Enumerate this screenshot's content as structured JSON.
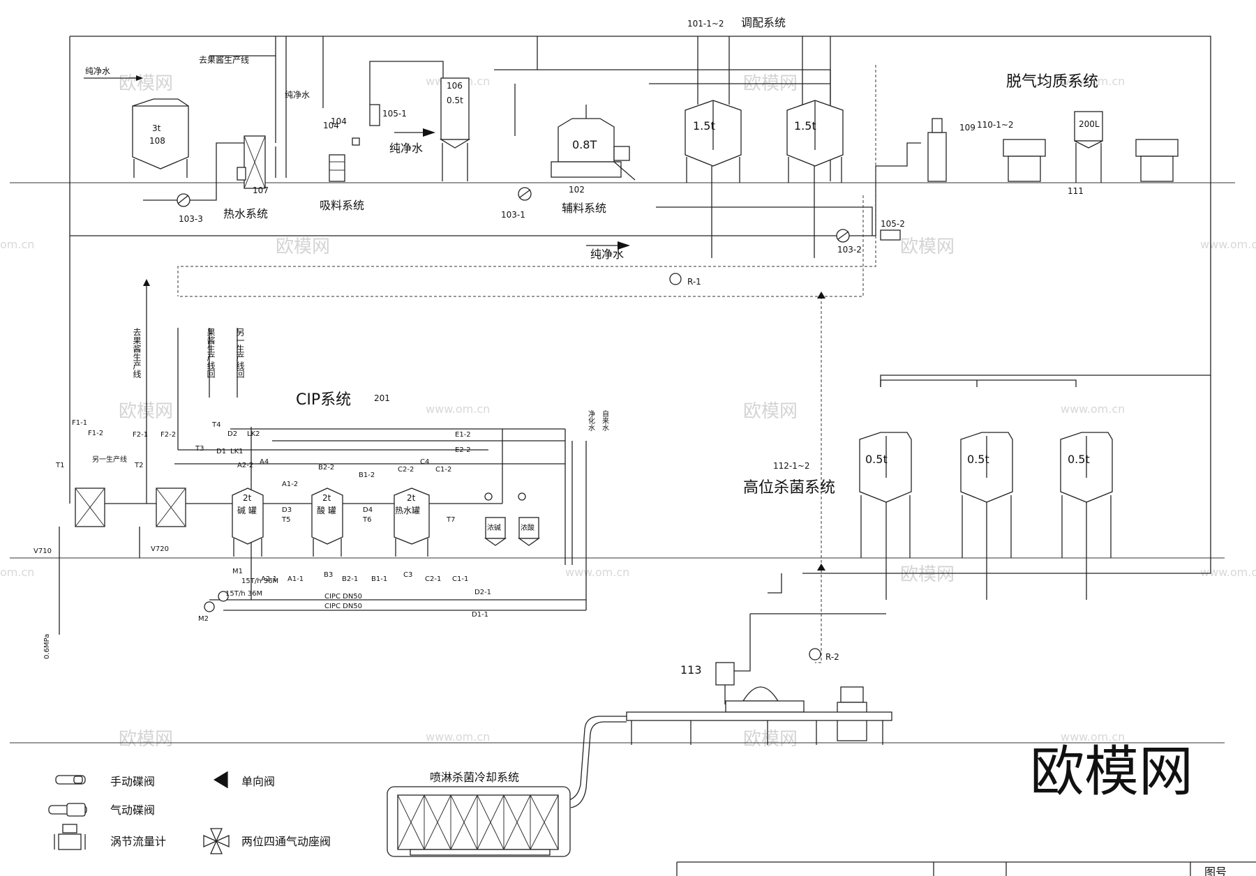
{
  "systems": {
    "blending": "调配系统",
    "blending_tag": "101-1~2",
    "deaeration": "脱气均质系统",
    "hot_water": "热水系统",
    "suction": "吸料系统",
    "auxiliary": "辅料系统",
    "cip": "CIP系统",
    "cip_tag": "201",
    "high_sterilize": "高位杀菌系统",
    "high_sterilize_tag": "112-1~2",
    "spray_cooling": "喷淋杀菌冷却系统"
  },
  "labels": {
    "pure_water": "纯净水",
    "to_jam_line": "去果酱生产线",
    "pure_water_vertical": "纯净水",
    "tank_3t": "3t",
    "tank_108": "108",
    "tank_106": "106",
    "tank_05t": "0.5t",
    "tank_08T": "0.8T",
    "tank_15t": "1.5t",
    "tank_200L": "200L",
    "tag_107": "107",
    "tag_103_3": "103-3",
    "tag_104": "104",
    "tag_105_1": "105-1",
    "tag_102": "102",
    "tag_103_1": "103-1",
    "tag_103_2": "103-2",
    "tag_105_2": "105-2",
    "tag_109": "109",
    "tag_110": "110-1~2",
    "tag_111": "111",
    "tag_113": "113",
    "tag_R1": "R-1",
    "tag_R2": "R-2",
    "to_jam_line_v": "去果酱生产线",
    "jam_line_return": "果酱生产线回",
    "other_line_return": "另一生产线回",
    "other_line": "另一生产线",
    "purified_water_v": "净化水",
    "tap_water_v": "自来水",
    "alkali_tank": "碱 罐",
    "acid_tank": "酸 罐",
    "hot_water_tank": "热水罐",
    "tank_2t": "2t",
    "conc_alkali": "浓碱",
    "conc_acid": "浓酸",
    "pressure": "0.6MPa",
    "flow_m1": "15T/h 36M",
    "flow_m2": "15T/h 36M",
    "tag_M1": "M1",
    "tag_M2": "M2",
    "tag_V710": "V710",
    "tag_V720": "V720",
    "tag_T1": "T1",
    "tag_T2": "T2",
    "tag_T3": "T3",
    "tag_T4": "T4",
    "tag_T5": "T5",
    "tag_T6": "T6",
    "tag_T7": "T7",
    "tag_F1_1": "F1-1",
    "tag_F1_2": "F1-2",
    "tag_F2_1": "F2-1",
    "tag_F2_2": "F2-2",
    "tag_D1": "D1",
    "tag_D2": "D2",
    "tag_D3": "D3",
    "tag_D4": "D4",
    "tag_LK1": "LK1",
    "tag_LK2": "LK2",
    "tag_A2_2": "A2-2",
    "tag_A4": "A4",
    "tag_A1_2": "A1-2",
    "tag_B2_2": "B2-2",
    "tag_B1_2": "B1-2",
    "tag_C2_2": "C2-2",
    "tag_C4": "C4",
    "tag_C1_2": "C1-2",
    "tag_E1_2": "E1-2",
    "tag_E2_2": "E2-2",
    "tag_A2_1": "A2-1",
    "tag_A1_1": "A1-1",
    "tag_B3": "B3",
    "tag_B2_1": "B2-1",
    "tag_B1_1": "B1-1",
    "tag_C3": "C3",
    "tag_C2_1": "C2-1",
    "tag_C1_1": "C1-1",
    "tag_D2_1": "D2-1",
    "tag_D1_1": "D1-1",
    "tag_cip_dn50_1": "CIPC DN50",
    "tag_cip_dn50_2": "CIPC DN50"
  },
  "legend": {
    "manual_valve": "手动碟阀",
    "pneumatic_valve": "气动碟阀",
    "vortex_meter": "涡节流量计",
    "check_valve": "单向阀",
    "four_way_valve": "两位四通气动座阀"
  },
  "watermark": {
    "text": "欧模网",
    "url": "www.om.cn",
    "url_short": "om.cn",
    "corner": "欧模网"
  },
  "title_block": {
    "label": "图号"
  }
}
